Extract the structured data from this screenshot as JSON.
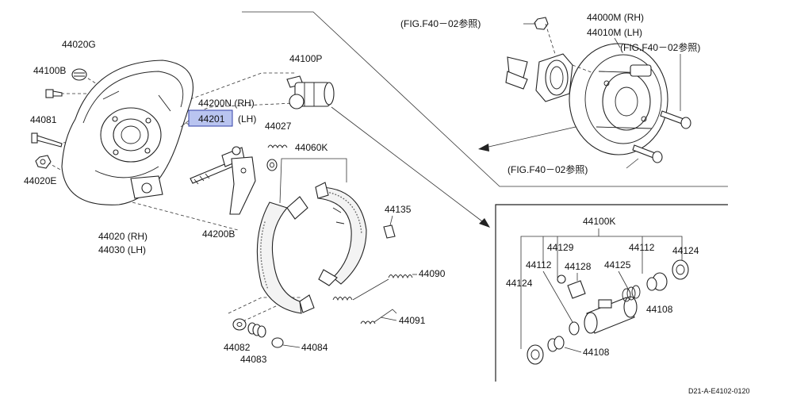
{
  "labels": {
    "p44020g": "44020G",
    "p44100b": "44100B",
    "p44081": "44081",
    "p44020e": "44020E",
    "p44020rh": "44020 (RH)",
    "p44030lh": "44030 (LH)",
    "p44200n": "44200N (RH)",
    "p44201": "44201",
    "p44201lh": "(LH)",
    "p44027": "44027",
    "p44060k": "44060K",
    "p44100p": "44100P",
    "p44200b": "44200B",
    "p44135": "44135",
    "p44090": "44090",
    "p44091": "44091",
    "p44082": "44082",
    "p44083": "44083",
    "p44084": "44084",
    "ref1": "(FIG.F40－02参照)",
    "p44000m": "44000M (RH)",
    "p44010m": "44010M (LH)",
    "ref2": "(FIG.F40－02参照)",
    "ref3": "(FIG.F40－02参照)",
    "inset_title": "44100K",
    "i44129": "44129",
    "i44112a": "44112",
    "i44112b": "44112",
    "i44124a": "44124",
    "i44124b": "44124",
    "i44128": "44128",
    "i44125": "44125",
    "i44108a": "44108",
    "i44108b": "44108",
    "diagram_id": "D21-A-E4102-0120"
  },
  "colors": {
    "highlight_fill": "#b9c4f0",
    "highlight_stroke": "#3340a8",
    "line": "#222222"
  }
}
